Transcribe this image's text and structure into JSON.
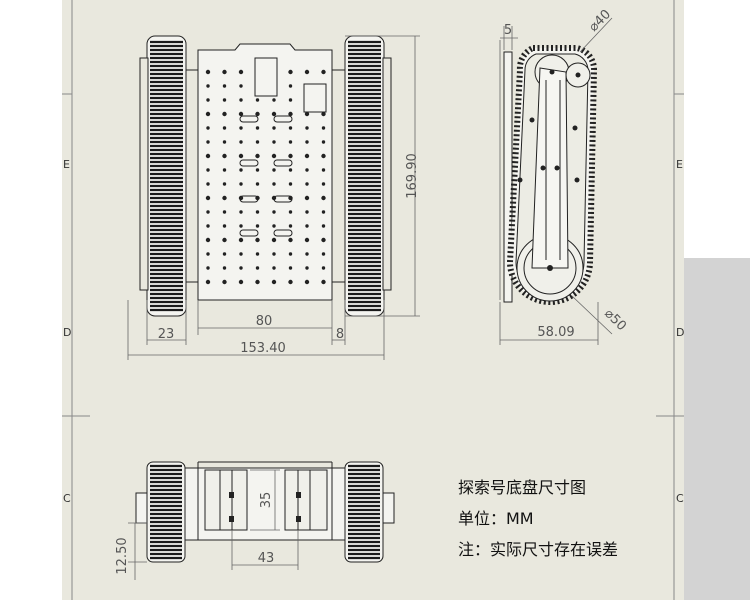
{
  "colors": {
    "sheet": "#e9e8de",
    "line": "#222222",
    "dimension": "#666666",
    "track": "#1a1a1a",
    "zone_band": "#d3d3d3"
  },
  "zone_letters": {
    "left": [
      "E",
      "D",
      "C"
    ],
    "right": [
      "E",
      "D",
      "C"
    ]
  },
  "top_view": {
    "dimensions": {
      "height": "169.90",
      "track_width": "23",
      "plate_width": "80",
      "gap": "8",
      "overall_width": "153.40"
    }
  },
  "side_view": {
    "dimensions": {
      "offset": "5",
      "top_wheel_diameter": "⌀40",
      "bottom_wheel_diameter": "⌀50",
      "wheel_base": "58.09"
    }
  },
  "bottom_view": {
    "dimensions": {
      "bracket_height": "35",
      "bracket_width": "43",
      "ground_clearance": "12.50"
    }
  },
  "notes": {
    "title": "探索号底盘尺寸图",
    "unit": "单位：MM",
    "disclaimer": "注：实际尺寸存在误差"
  }
}
